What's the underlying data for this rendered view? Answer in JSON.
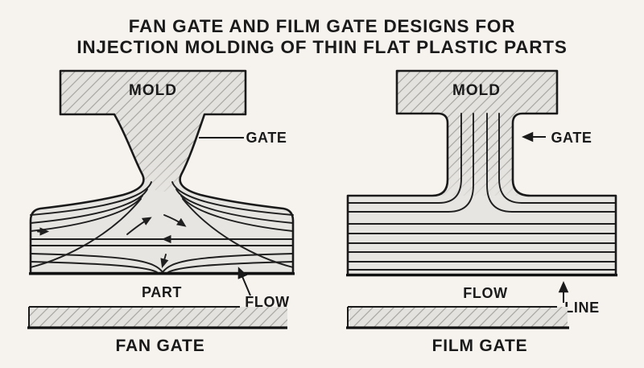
{
  "title": {
    "line1": "FAN GATE AND FILM GATE DESIGNS FOR",
    "line2": "INJECTION MOLDING OF THIN FLAT PLASTIC PARTS"
  },
  "left_diagram": {
    "mold_label": "MOLD",
    "gate_label": "GATE",
    "part_label": "PART",
    "flow_label": "FLOW",
    "caption": "FAN GATE"
  },
  "right_diagram": {
    "mold_label": "MOLD",
    "gate_label": "GATE",
    "flow_label": "FLOW",
    "line_label": "LINE",
    "caption": "FILM GATE"
  },
  "colors": {
    "background": "#f6f3ee",
    "shape_fill": "#e7e5e1",
    "hatch_fill": "#e4e2de",
    "hatch_line": "#a9a7a2",
    "ink": "#1a1a1a"
  }
}
